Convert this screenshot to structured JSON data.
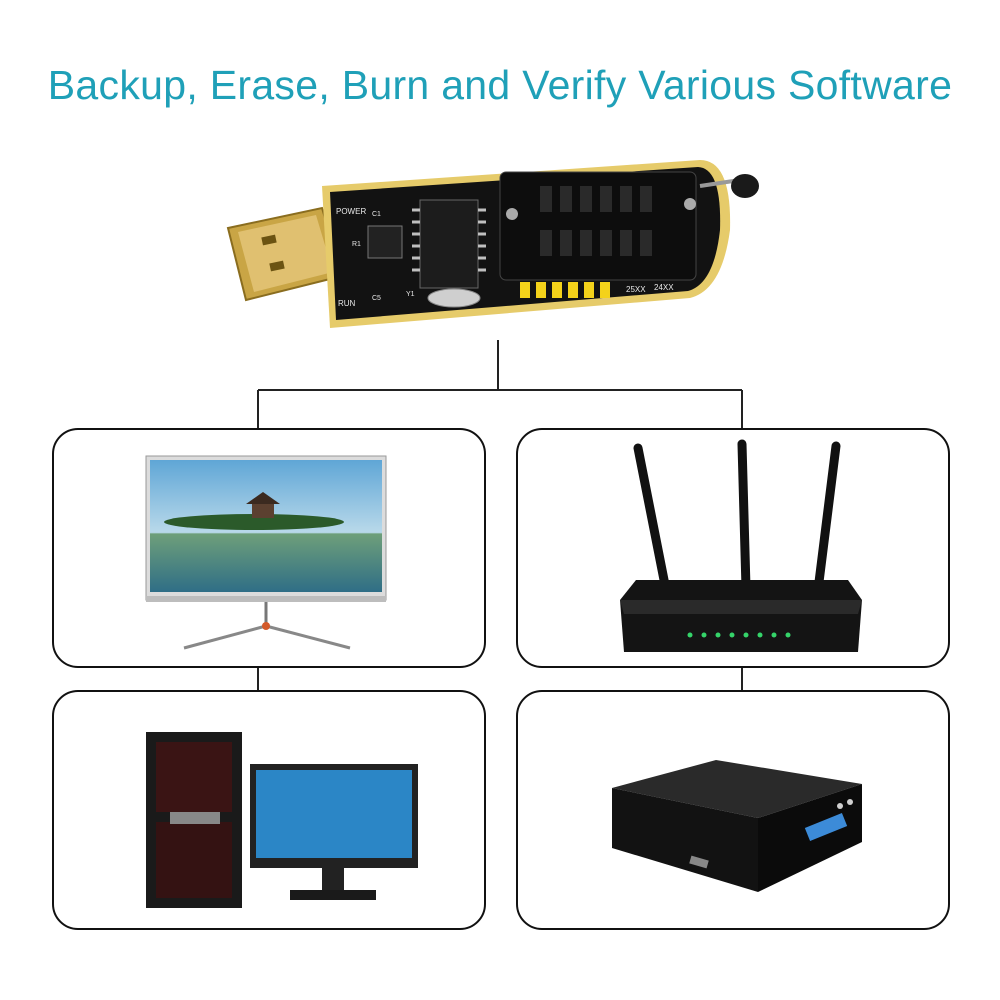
{
  "header": {
    "title": "Backup, Erase, Burn and Verify Various Software"
  },
  "programmer": {
    "board_labels": {
      "power": "POWER",
      "run": "RUN",
      "socket_a": "25XX",
      "socket_b": "24XX",
      "c1": "C1",
      "r1": "R1",
      "c5": "C5",
      "y1": "Y1"
    },
    "colors": {
      "pcb": "#101010",
      "gold": "#d9b24a",
      "pins": "#f4d21a"
    }
  },
  "devices": [
    {
      "icon": "monitor-icon"
    },
    {
      "icon": "router-icon"
    },
    {
      "icon": "desktop-computer-icon"
    },
    {
      "icon": "set-top-box-icon"
    }
  ],
  "colors": {
    "accent": "#1fa0b8",
    "border": "#111111"
  }
}
